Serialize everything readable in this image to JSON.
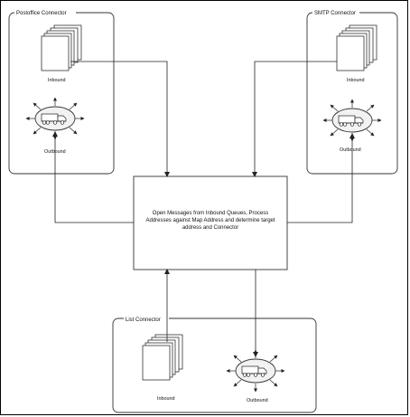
{
  "postoffice": {
    "title": "Postoffice Connector",
    "inbound": "Inbound",
    "outbound": "Outbound"
  },
  "smtp": {
    "title": "SMTP Connector",
    "inbound": "Inbound",
    "outbound": "Outbound"
  },
  "list": {
    "title": "List Connector",
    "inbound": "Inbound",
    "outbound": "Outbound"
  },
  "process": {
    "line1": "Open Messages from Inbound Queues, Process",
    "line2": "Addresses against Map Address and determine target",
    "line3": "address and Connector"
  },
  "colors": {
    "stroke": "#333333",
    "ellipse_fill": "#f2f2f2"
  }
}
